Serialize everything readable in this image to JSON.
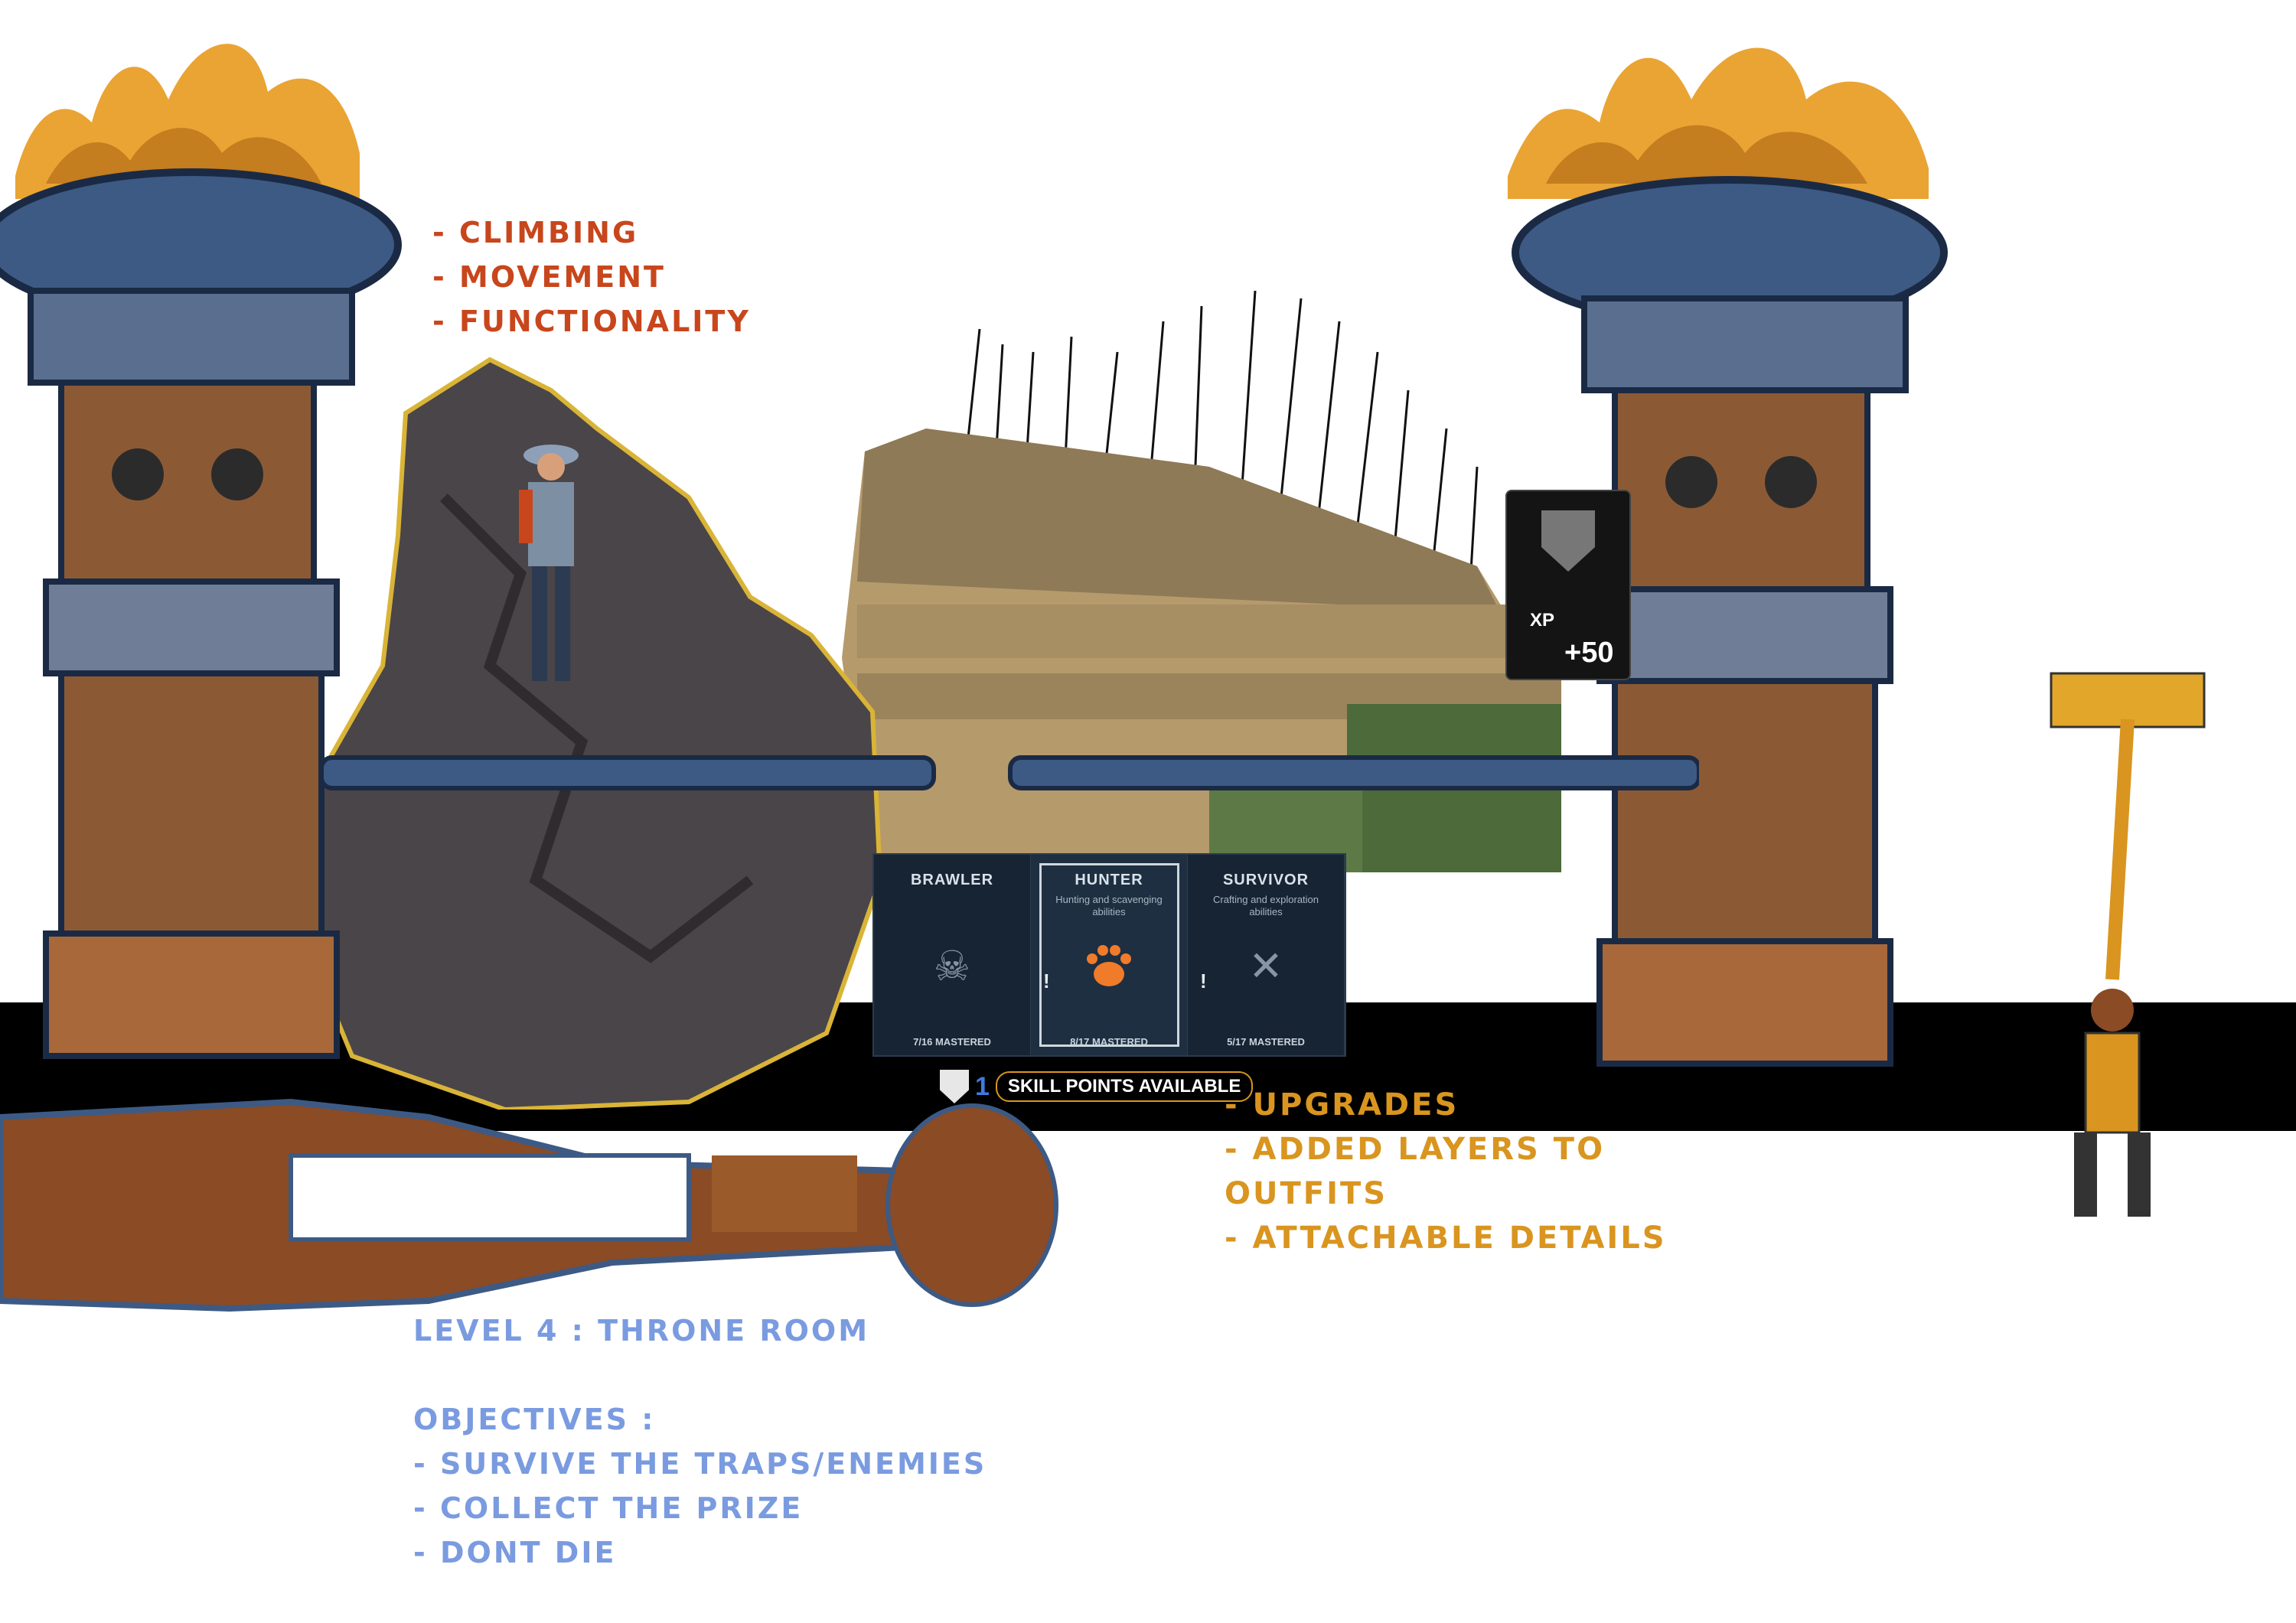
{
  "notes_top": [
    "- CLIMBING",
    "- MOVEMENT",
    "- FUNCTIONALITY"
  ],
  "upgrades": [
    "- UPGRADES",
    "- ADDED LAYERS TO",
    "OUTFITS",
    "- ATTACHABLE DETAILS"
  ],
  "level": {
    "title": "LEVEL 4 : THRONE ROOM",
    "objectives_heading": "OBJECTIVES :",
    "objectives": [
      "- SURVIVE THE TRAPS/ENEMIES",
      "- COLLECT THE PRIZE",
      "- DONT DIE"
    ]
  },
  "skill_tree": {
    "cards": [
      {
        "name": "BRAWLER",
        "desc": "",
        "mastered": "7/16 MASTERED",
        "icon": "skull-icon"
      },
      {
        "name": "HUNTER",
        "desc": "Hunting and scavenging abilities",
        "mastered": "8/17 MASTERED",
        "icon": "bear-paw-icon"
      },
      {
        "name": "SURVIVOR",
        "desc": "Crafting and exploration abilities",
        "mastered": "5/17 MASTERED",
        "icon": "crossed-tools-icon"
      }
    ],
    "skill_points_count": "1",
    "skill_points_label": "SKILL POINTS AVAILABLE"
  },
  "xp_popup": {
    "label": "XP",
    "value": "+50"
  },
  "colors": {
    "red": "#c8461c",
    "gold": "#d9951f",
    "blue": "#7a9be0",
    "panel": "#172433",
    "accent": "#f07b2a"
  }
}
